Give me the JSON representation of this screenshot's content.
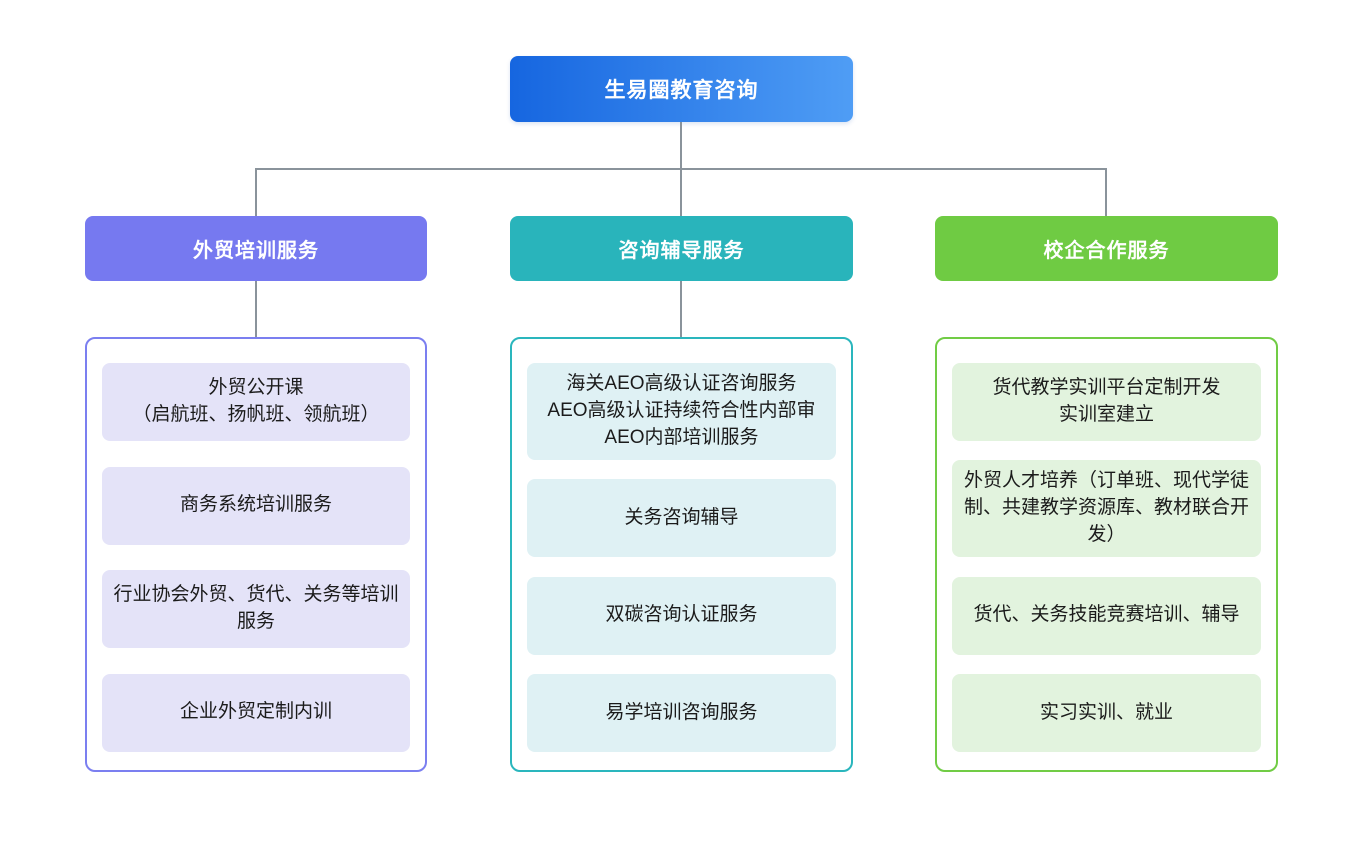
{
  "page": {
    "background": "#ffffff",
    "connector_color": "#8A939B"
  },
  "root": {
    "label": "生易圈教育咨询",
    "gradient_start": "#1666E0",
    "gradient_end": "#4F9DF5",
    "text_color": "#ffffff"
  },
  "branches": [
    {
      "header": "外贸培训服务",
      "header_bg": "#7679F0",
      "border_color": "#7B7FF0",
      "item_bg": "#E4E3F8",
      "items": [
        "外贸公开课\n（启航班、扬帆班、领航班）",
        "商务系统培训服务",
        "行业协会外贸、货代、关务等培训服务",
        "企业外贸定制内训"
      ]
    },
    {
      "header": "咨询辅导服务",
      "header_bg": "#29B4BB",
      "border_color": "#2AB6BD",
      "item_bg": "#DFF1F4",
      "items": [
        "海关AEO高级认证咨询服务\nAEO高级认证持续符合性内部审\nAEO内部培训服务",
        "关务咨询辅导",
        "双碳咨询认证服务",
        "易学培训咨询服务"
      ]
    },
    {
      "header": "校企合作服务",
      "header_bg": "#6FCB43",
      "border_color": "#71CC45",
      "item_bg": "#E2F3DE",
      "items": [
        "货代教学实训平台定制开发\n实训室建立",
        "外贸人才培养（订单班、现代学徒制、共建教学资源库、教材联合开发）",
        "货代、关务技能竞赛培训、辅导",
        "实习实训、就业"
      ]
    }
  ]
}
